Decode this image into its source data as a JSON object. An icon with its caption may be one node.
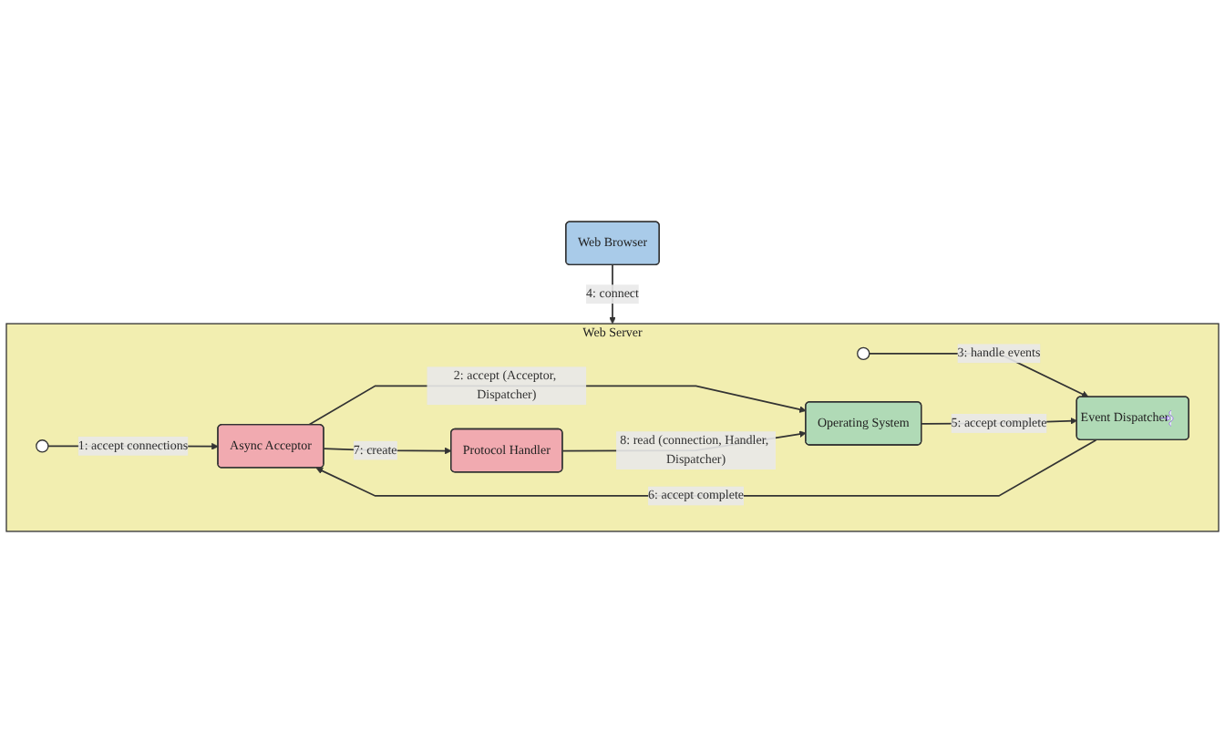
{
  "diagram": {
    "nodes": [
      {
        "text": [
          "Web Browser"
        ]
      },
      {
        "text": [
          "Web Server"
        ]
      },
      {
        "text": [
          "Async Acceptor"
        ],
        "in": 1
      },
      {
        "text": [
          "Protocol Handler"
        ],
        "in": 1
      },
      {
        "text": [
          "Event Dispatcher"
        ],
        "in": 1
      },
      {
        "text": [
          "Operating System"
        ],
        "in": 1
      },
      {
        "text": [],
        "shape": "circle",
        "in": 1
      },
      {
        "text": [],
        "shape": "circle",
        "in": 1
      }
    ],
    "edges": [
      {
        "from": 6,
        "to": 2,
        "arrow": "to",
        "label": "1: accept connections"
      },
      {
        "from": 2,
        "to": 5,
        "arrow": "to",
        "label": "2: accept (Acceptor, Dispatcher)"
      },
      {
        "from": 7,
        "to": 4,
        "arrow": "to",
        "label": "3: handle events"
      },
      {
        "from": 0,
        "to": 1,
        "arrow": "to",
        "label": "4: connect"
      },
      {
        "from": 5,
        "to": 4,
        "arrow": "to",
        "label": "5: accept complete"
      },
      {
        "from": 4,
        "to": 2,
        "arrow": "to",
        "label": "6: accept complete"
      },
      {
        "from": 2,
        "to": 3,
        "arrow": "to",
        "label": "7: create"
      },
      {
        "from": 3,
        "to": 5,
        "arrow": "to",
        "label": "8: read (connection, Handler, Dispatcher)"
      }
    ]
  }
}
